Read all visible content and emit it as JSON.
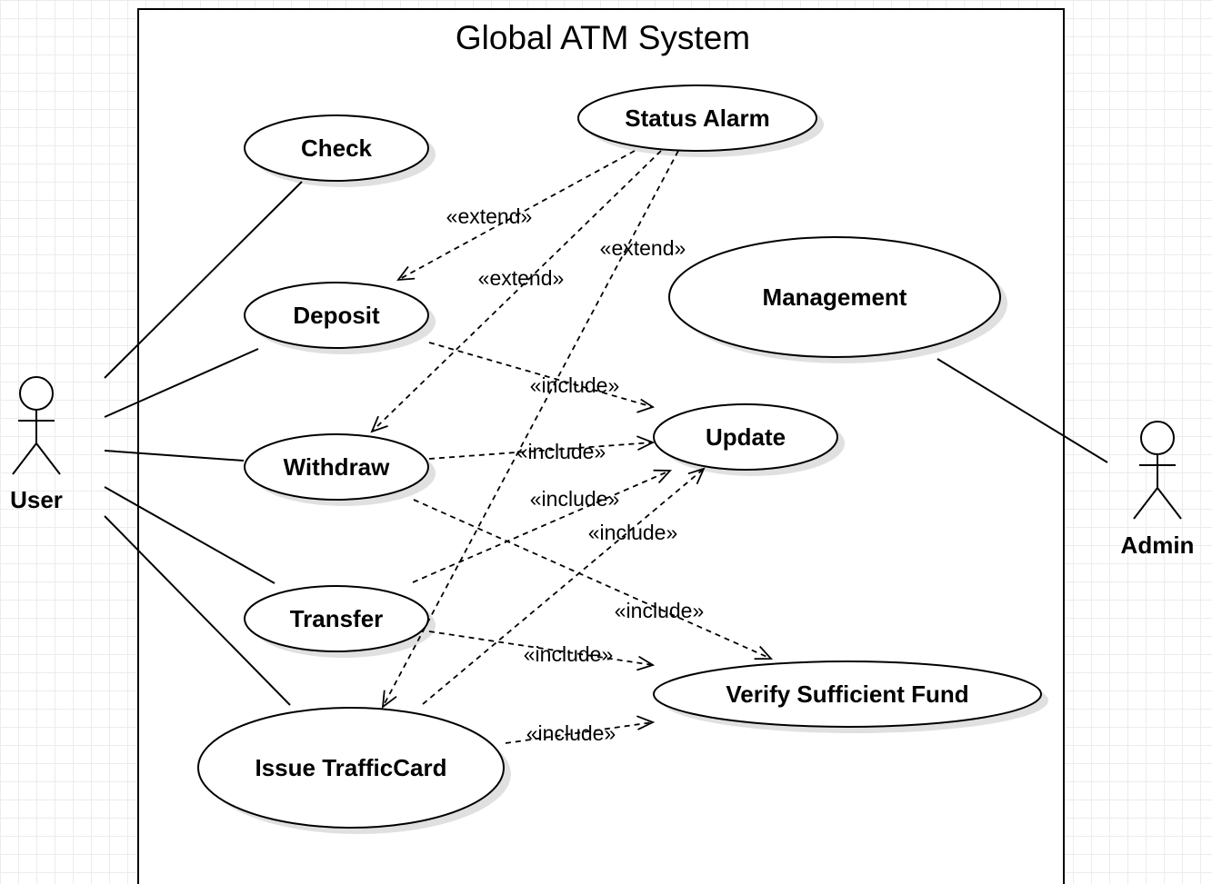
{
  "system": {
    "title": "Global ATM System"
  },
  "actors": {
    "user": {
      "label": "User"
    },
    "admin": {
      "label": "Admin"
    }
  },
  "use_cases": {
    "check": "Check",
    "deposit": "Deposit",
    "withdraw": "Withdraw",
    "transfer": "Transfer",
    "issue_traffic_card": "Issue TrafficCard",
    "status_alarm": "Status Alarm",
    "management": "Management",
    "update": "Update",
    "verify_sufficient_fund": "Verify Sufficient Fund"
  },
  "relations": {
    "extend_deposit": "«extend»",
    "extend_withdraw": "«extend»",
    "extend_issue": "«extend»",
    "include_deposit_update": "«include»",
    "include_withdraw_update": "«include»",
    "include_transfer_update": "«include»",
    "include_issue_update": "«include»",
    "include_withdraw_verify": "«include»",
    "include_transfer_verify": "«include»",
    "include_issue_verify": "«include»"
  }
}
